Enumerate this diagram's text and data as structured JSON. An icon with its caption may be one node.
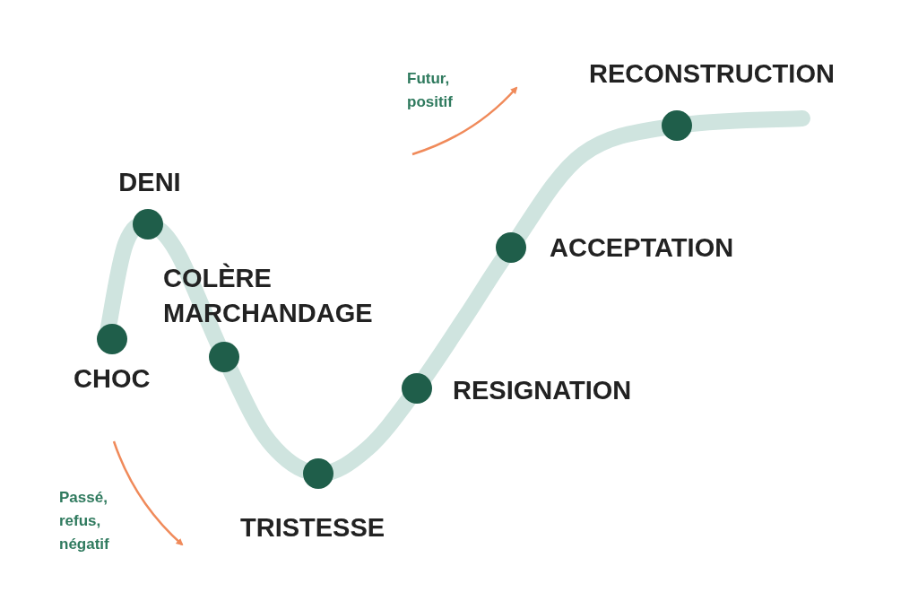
{
  "diagram": {
    "nodes": [
      {
        "text": [],
        "shape": "circle",
        "beside": [
          "CHOC"
        ]
      },
      {
        "text": [],
        "shape": "circle",
        "beside": [
          "DENI"
        ]
      },
      {
        "text": [],
        "shape": "circle",
        "beside": [
          "COLÈRE",
          "MARCHANDAGE"
        ]
      },
      {
        "text": [],
        "shape": "circle",
        "beside": [
          "TRISTESSE"
        ]
      },
      {
        "text": [],
        "shape": "circle",
        "beside": [
          "RESIGNATION"
        ]
      },
      {
        "text": [],
        "shape": "circle",
        "beside": [
          "ACCEPTATION"
        ]
      },
      {
        "text": [],
        "shape": "circle",
        "beside": [
          "RECONSTRUCTION"
        ]
      }
    ],
    "labels": [
      "Futur, positif",
      "Passé, refus, négatif"
    ]
  }
}
